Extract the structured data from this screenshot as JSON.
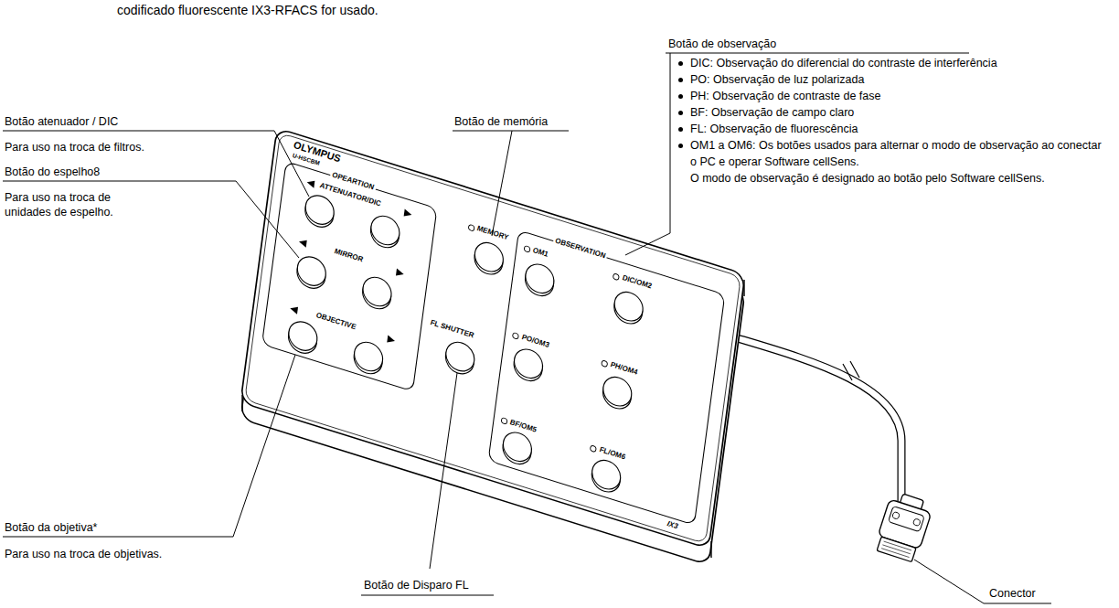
{
  "diagram": {
    "labels": [
      "codificado fluorescente IX3-RFACS for usado.",
      "Botão de observação",
      "DIC: Observação do diferencial do contraste de interferência",
      "PO: Observação de luz polarizada",
      "PH: Observação de contraste de fase",
      "BF: Observação de campo claro",
      "FL: Observação de fluorescência",
      "OM1 a OM6: Os botões usados para alternar o modo de observação ao conectar o PC e operar Software cellSens.",
      "O modo de observação é designado ao botão pelo Software cellSens.",
      "Botão de memória",
      "Botão atenuador / DIC",
      "Para uso na troca de filtros.",
      "Botão do espelho8",
      "Para uso na troca de unidades de espelho.",
      "Botão da objetiva*",
      "Para uso na troca de objetivas.",
      "Botão de Disparo FL",
      "Conector",
      "OLYMPUS",
      "U-HSCBM",
      "OPEARTION",
      "ATTENUATOR/DIC",
      "MIRROR",
      "OBJECTIVE",
      "MEMORY",
      "FL SHUTTER",
      "OBSERVATION",
      "OM1",
      "DIC/OM2",
      "PO/OM3",
      "PH/OM4",
      "BF/OM5",
      "FL/OM6",
      "IX3"
    ]
  }
}
